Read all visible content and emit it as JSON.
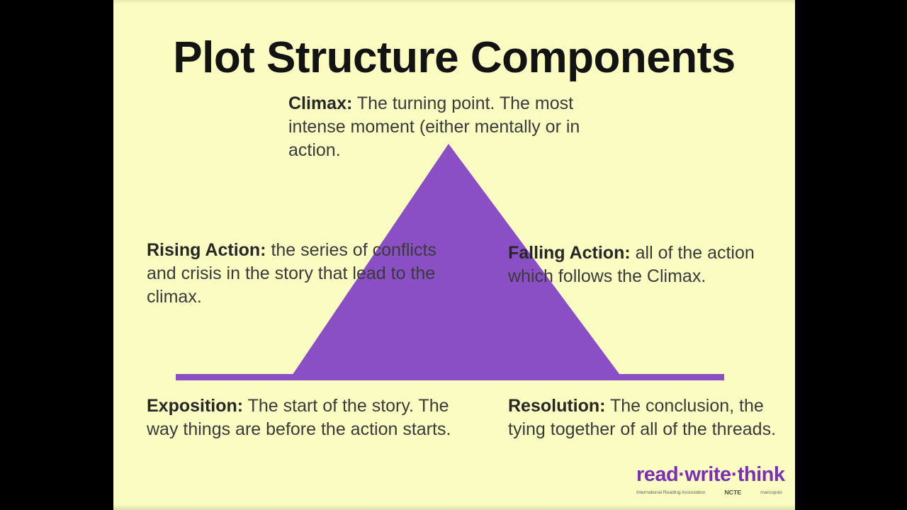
{
  "slide": {
    "title": "Plot Structure Components",
    "background_color": "#FAFCC2",
    "letterbox_color": "#000000",
    "title_color": "#131313",
    "body_text_color": "#3A3A3A",
    "diagram_color": "#8A4FC4"
  },
  "diagram": {
    "shape": "plot-structure-triangle",
    "apex_label": "Climax",
    "left_slope_label": "Rising Action",
    "right_slope_label": "Falling Action",
    "baseline_left_label": "Exposition",
    "baseline_right_label": "Resolution"
  },
  "blocks": {
    "climax": {
      "lead": "Climax:",
      "body": " The turning point.  The most intense moment (either mentally or in action."
    },
    "rising_action": {
      "lead": "Rising Action:",
      "body": " the series of conflicts and crisis in the story that lead to the climax."
    },
    "falling_action": {
      "lead": "Falling Action:",
      "body": " all of the action which follows the Climax."
    },
    "exposition": {
      "lead": "Exposition:",
      "body": "  The start of the story.  The way things are before the action starts."
    },
    "resolution": {
      "lead": "Resolution:",
      "body": " The conclusion, the tying together of all of the threads."
    }
  },
  "logo": {
    "wordmark": "read·write·think",
    "wordmark_color": "#7B2FB5",
    "partners": [
      "International Reading Association",
      "NCTE",
      "marcopolo"
    ]
  }
}
